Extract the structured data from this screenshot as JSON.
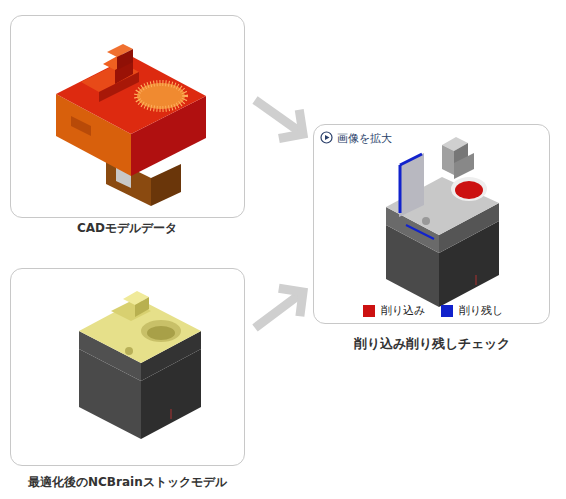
{
  "diagram": {
    "nodes": [
      {
        "text": [
          "CADモデルデータ"
        ]
      },
      {
        "text": [
          "最適化後のNCBrainストックモデル"
        ]
      },
      {
        "text": [
          "画像を拡大",
          "削り込み削り残しチェック"
        ]
      }
    ],
    "edges": [
      {
        "from": 0,
        "to": 2,
        "arrow": "to"
      },
      {
        "from": 1,
        "to": 2,
        "arrow": "to"
      }
    ],
    "legend": [
      {
        "text": "削り込み",
        "color": "#cc1111"
      },
      {
        "text": "削り残し",
        "color": "#1122cc"
      }
    ]
  }
}
